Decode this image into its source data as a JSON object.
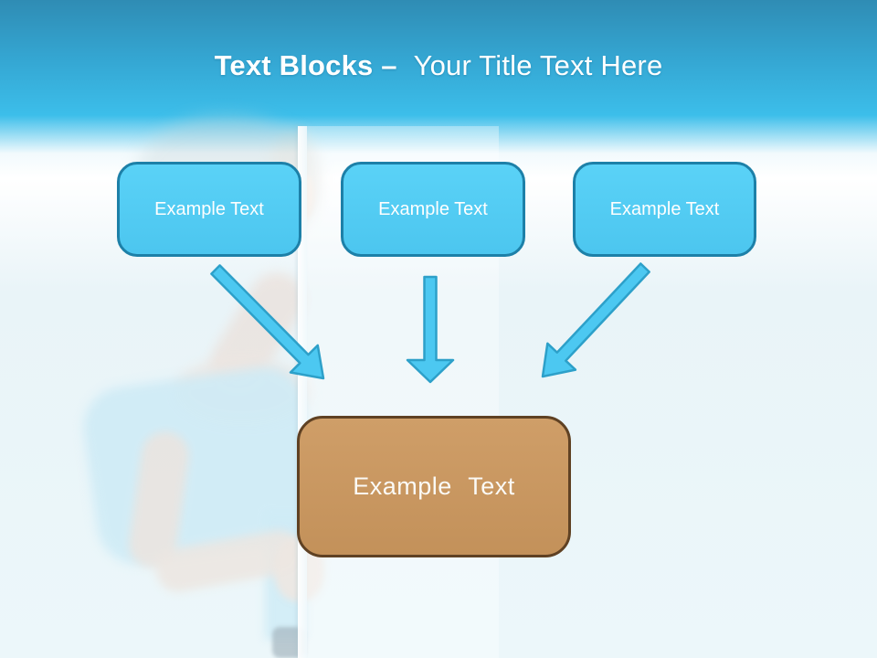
{
  "title": {
    "bold_part": "Text Blocks –",
    "regular_part": "Your Title Text Here"
  },
  "blocks": [
    {
      "label": "Example Text"
    },
    {
      "label": "Example Text"
    },
    {
      "label": "Example Text"
    }
  ],
  "result_block": {
    "label": "Example Text"
  },
  "icons": {
    "arrows": [
      "arrow-down-right",
      "arrow-down",
      "arrow-down-left"
    ]
  },
  "colors": {
    "header_gradient_top": "#2F8CB4",
    "header_gradient_bottom": "#3EC0EB",
    "body_background": "#EAF4F8",
    "block_fill": "#53CCF3",
    "block_border": "#1D80A8",
    "arrow_fill": "#4CC8F1",
    "arrow_stroke": "#2DA0C9",
    "result_fill": "#C89862",
    "result_border": "#5F4123",
    "title_text": "#FFFFFF"
  }
}
